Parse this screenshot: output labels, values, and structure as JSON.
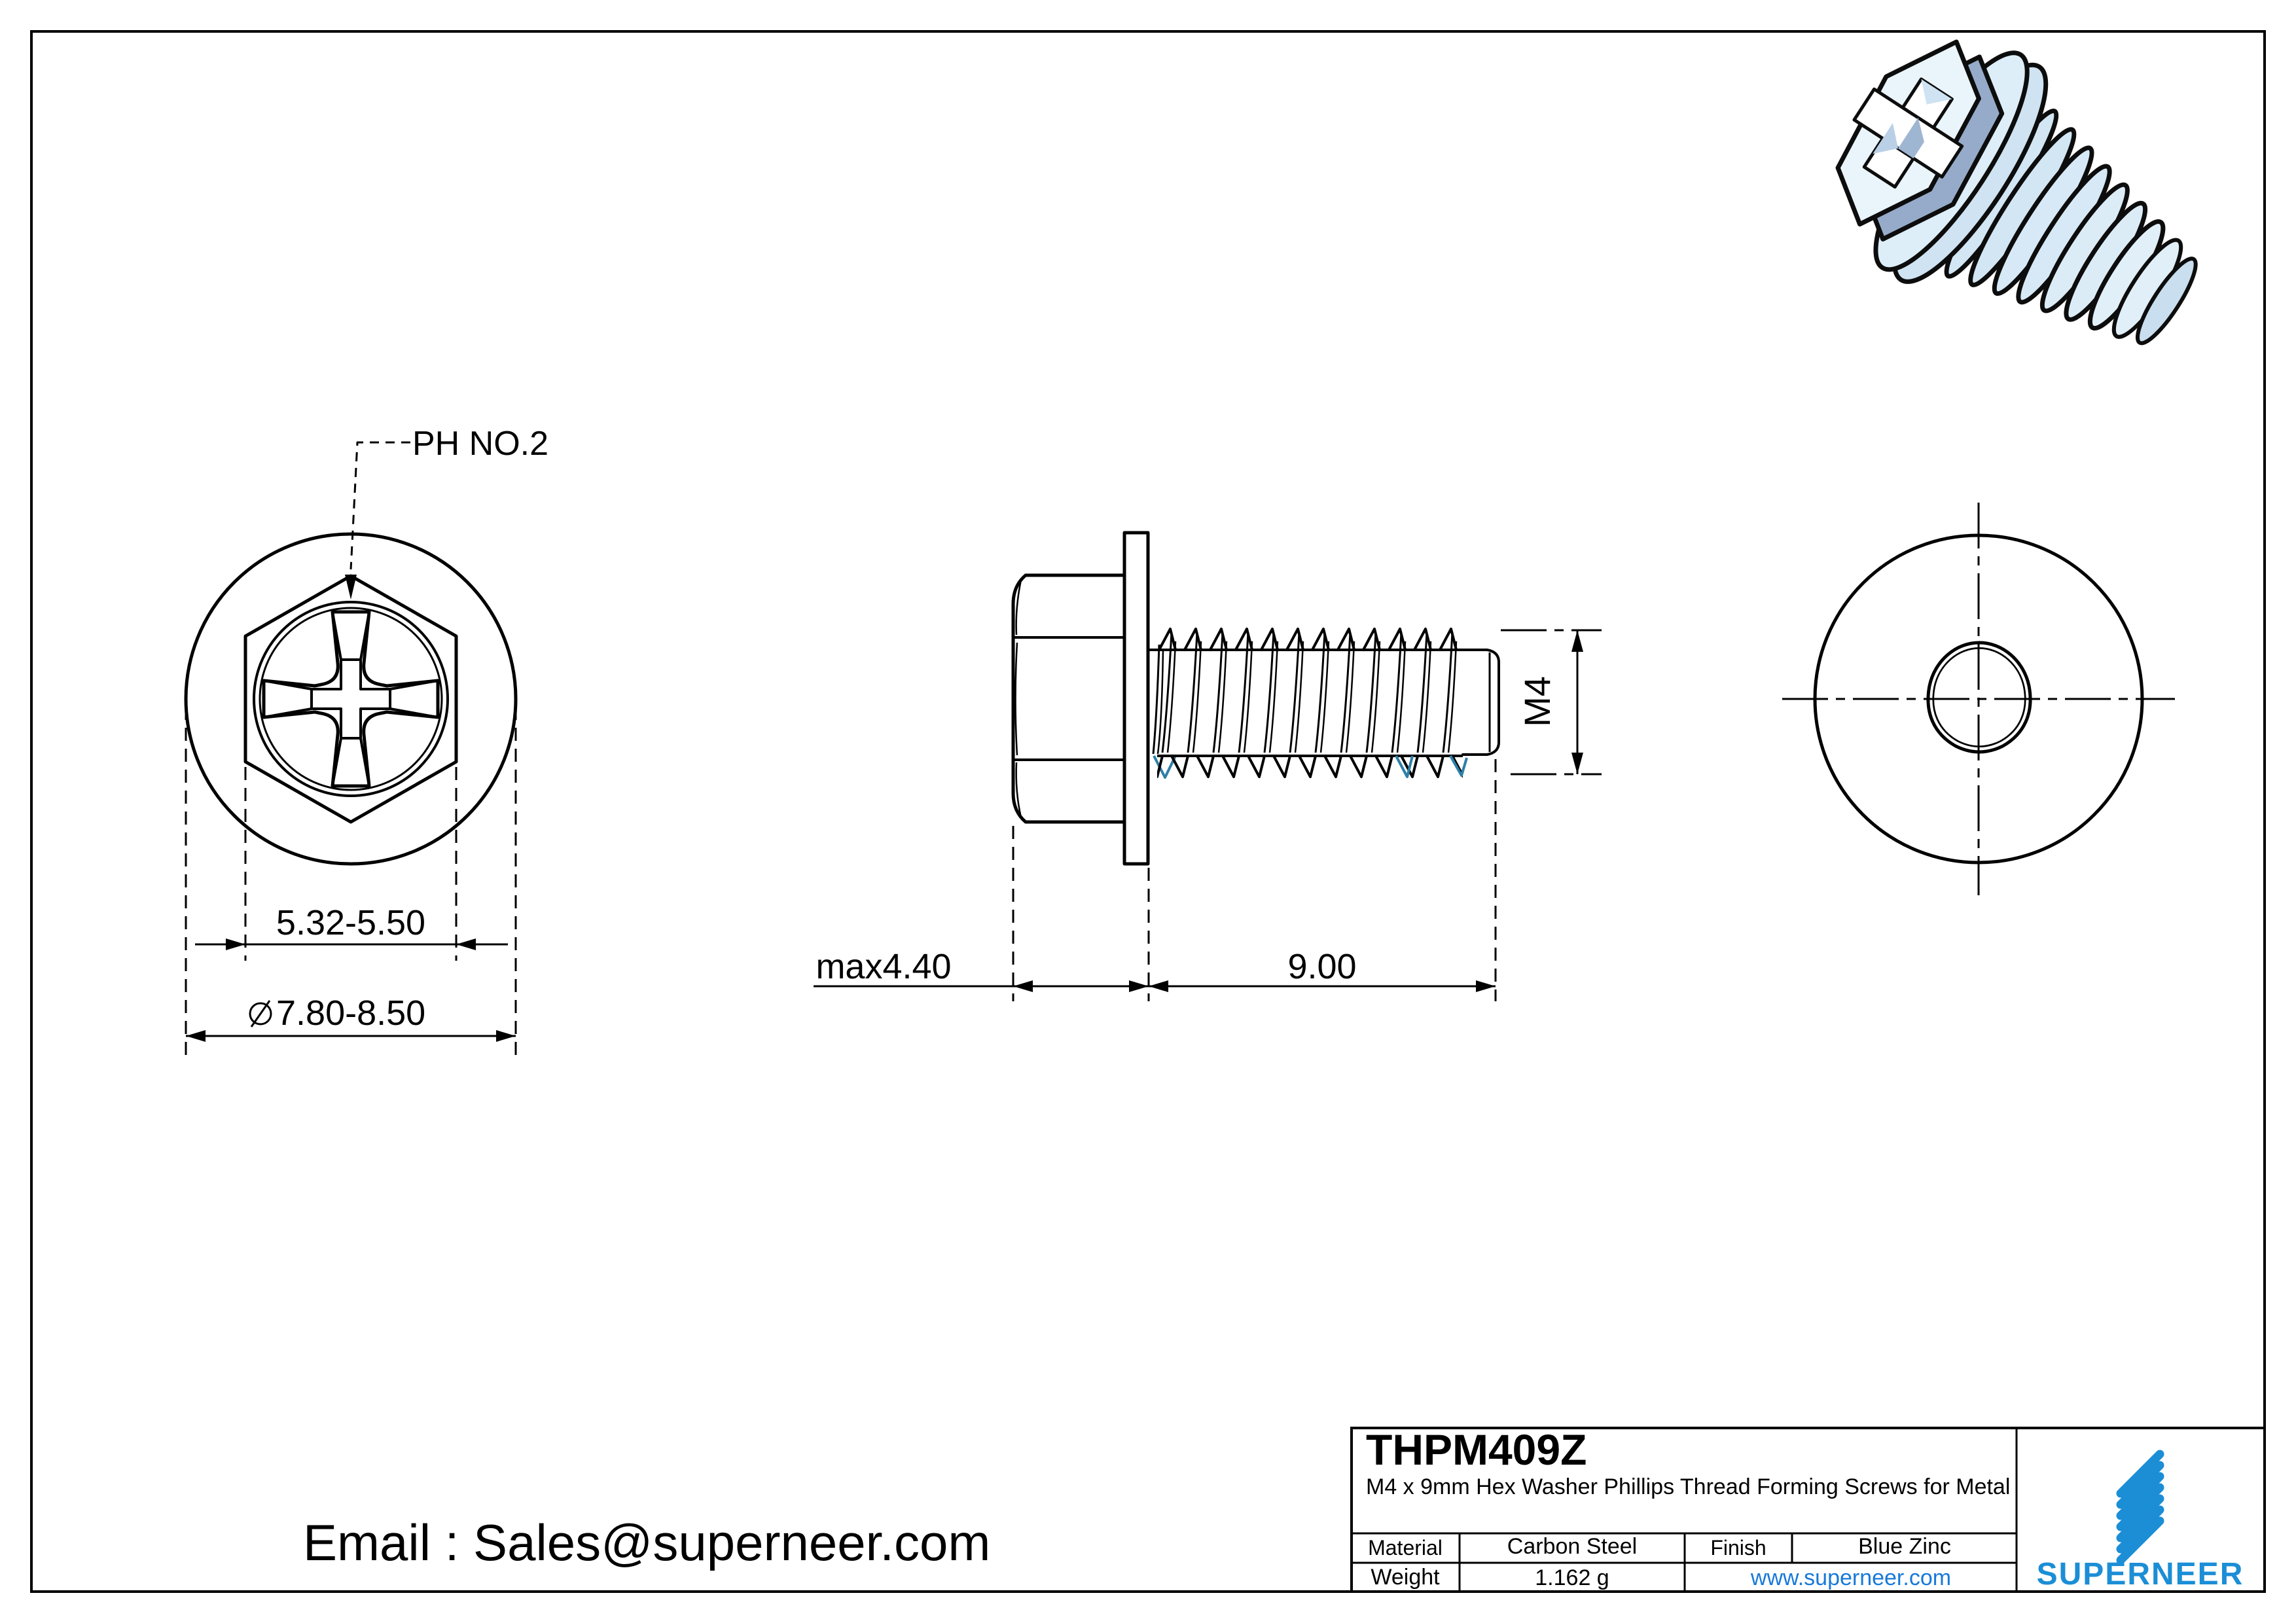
{
  "page": {
    "background": "#ffffff",
    "line_color": "#000000"
  },
  "front_view": {
    "ph_label": "PH NO.2",
    "dim_across_flats": "5.32-5.50",
    "dim_washer_diameter": "⌀7.80-8.50",
    "dim_washer_diameter_value": "7.80-8.50"
  },
  "side_view": {
    "dim_head_height": "max4.40",
    "dim_thread_length": "9.00",
    "dim_thread_size": "M4",
    "thread_root_accent": "#2e7fa8"
  },
  "footer": {
    "email": "Email : Sales@superneer.com"
  },
  "title_block": {
    "part_number": "THPM409Z",
    "description": "M4 x 9mm Hex Washer Phillips Thread Forming Screws for Metal",
    "material_label": "Material",
    "material_value": "Carbon Steel",
    "finish_label": "Finish",
    "finish_value": "Blue Zinc",
    "weight_label": "Weight",
    "weight_value": "1.162 g",
    "website": "www.superneer.com",
    "brand": "SUPERNEER",
    "brand_color": "#1b8ed6",
    "link_color": "#1779d9"
  },
  "render_3d": {
    "body_color": "#d7e9f6",
    "highlight_color": "#eaf5fb",
    "shadow_color": "#96abc9",
    "outline_color": "#0d0d0d"
  }
}
